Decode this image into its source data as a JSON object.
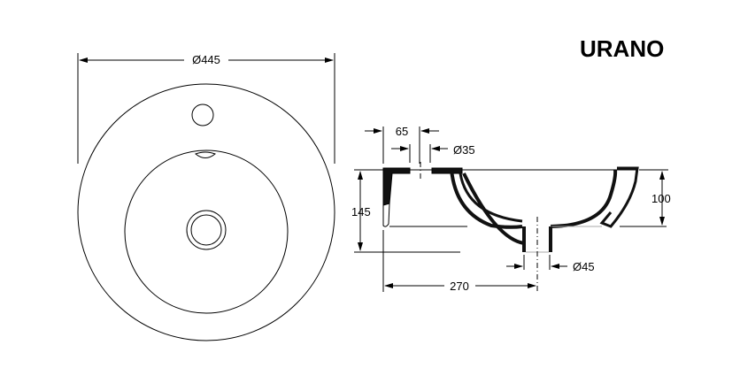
{
  "title": "URANO",
  "dimensions": {
    "diameter": "Ø445",
    "tap_offset": "65",
    "tap_hole": "Ø35",
    "total_height": "145",
    "bowl_height": "100",
    "drain_diameter": "Ø45",
    "drain_offset": "270"
  },
  "colors": {
    "line": "#000000",
    "section": "#111111"
  }
}
